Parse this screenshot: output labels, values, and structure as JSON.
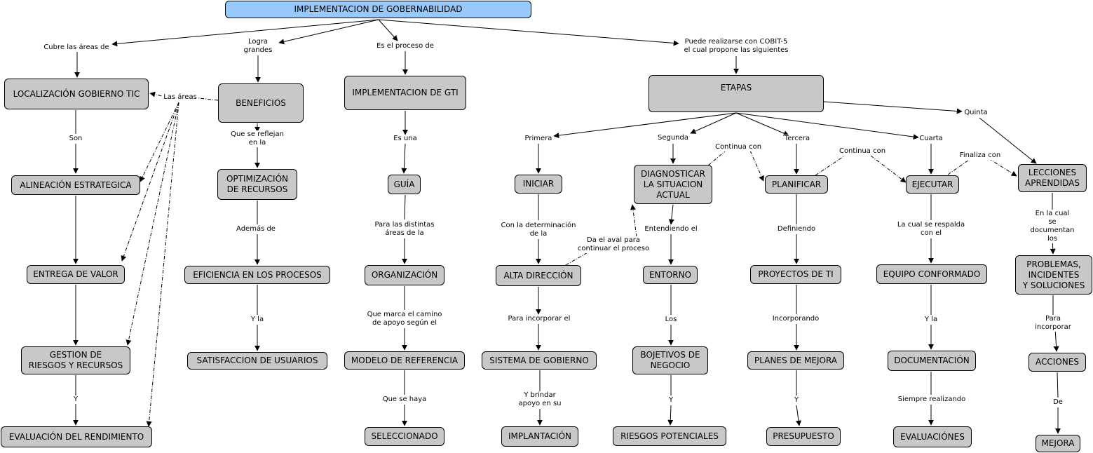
{
  "colors": {
    "node_fill": "#c8c8c8",
    "root_fill": "#99c9fa",
    "line": "#000000"
  },
  "nodes": {
    "root": "IMPLEMENTACION DE GOBERNABILIDAD",
    "localizacion": "LOCALIZACIÓN GOBIERNO TIC",
    "alineacion": "ALINEACIÓN ESTRATEGICA",
    "entrega_valor": "ENTREGA DE VALOR",
    "gestion_riesgos": "GESTION DE\nRIESGOS Y RECURSOS",
    "evaluacion_rendimiento": "EVALUACIÓN DEL RENDIMIENTO",
    "beneficios": "BENEFICIOS",
    "optimizacion": "OPTIMIZACIÓN\nDE RECURSOS",
    "eficiencia": "EFICIENCIA EN LOS PROCESOS",
    "satisfaccion": "SATISFACCION DE USUARIOS",
    "implementacion_gti": "IMPLEMENTACION DE GTI",
    "guia": "GUÍA",
    "organizacion": "ORGANIZACIÓN",
    "modelo": "MODELO DE REFERENCIA",
    "seleccionado": "SELECCIONADO",
    "etapas": "ETAPAS",
    "iniciar": "INICIAR",
    "alta_direccion": "ALTA DIRECCIÓN",
    "sistema_gobierno": "SISTEMA DE GOBIERNO",
    "implantacion": "IMPLANTACIÓN",
    "diagnosticar": "DIAGNOSTICAR\nLA SITUACION\nACTUAL",
    "entorno": "ENTORNO",
    "objetivos": "BOJETIVOS DE\nNEGOCIO",
    "riesgos_potenciales": "RIESGOS POTENCIALES",
    "planificar": "PLANIFICAR",
    "proyectos": "PROYECTOS DE TI",
    "planes": "PLANES DE MEJORA",
    "presupuesto": "PRESUPUESTO",
    "ejecutar": "EJECUTAR",
    "equipo": "EQUIPO CONFORMADO",
    "documentacion": "DOCUMENTACIÓN",
    "evaluaciones": "EVALUACIÓNES",
    "lecciones": "LECCIONES\nAPRENDIDAS",
    "problemas": "PROBLEMAS,\nINCIDENTES\nY SOLUCIONES",
    "acciones": "ACCIONES",
    "mejora": "MEJORA"
  },
  "labels": {
    "cubre": "Cubre las áreas de",
    "logra": "Logra\ngrandes",
    "proceso": "Es el proceso de",
    "cobit": "Puede realizarse con COBIT-5\nel cual propone las siguientes",
    "las_areas": "Las áreas",
    "son": "Son",
    "reflejan": "Que se reflejan\nen la",
    "ademas": "Además de",
    "y_la_1": "Y la",
    "es_una": "Es una",
    "distintas": "Para las distintas\náreas de la",
    "marca": "Que marca el camino\nde apoyo según el",
    "se_haya": "Que se haya",
    "primera": "Primera",
    "segunda": "Segunda",
    "tercera": "Tercera",
    "cuarta": "Cuarta",
    "quinta": "Quinta",
    "determinacion": "Con la determinación\nde la",
    "aval": "Da el aval para\ncontinuar el proceso",
    "incorporar_el": "Para incorporar el",
    "brindar": "Y  brindar\napoyo en su",
    "continua_1": "Continua con",
    "continua_2": "Continua con",
    "finaliza": "Finaliza con",
    "entendiendo": "Entendiendo el",
    "los": "Los",
    "y_1": "Y",
    "definiendo": "Definiendo",
    "incorporando": "Incorporando",
    "y_2": "Y",
    "respalda": "La cual se respalda\ncon el",
    "y_la_2": "Y la",
    "siempre": "Siempre realizando",
    "documentan": "En la cual se\ndocumentan los",
    "incorporar": "Para incorporar",
    "de": "De",
    "y_left": "Y"
  }
}
